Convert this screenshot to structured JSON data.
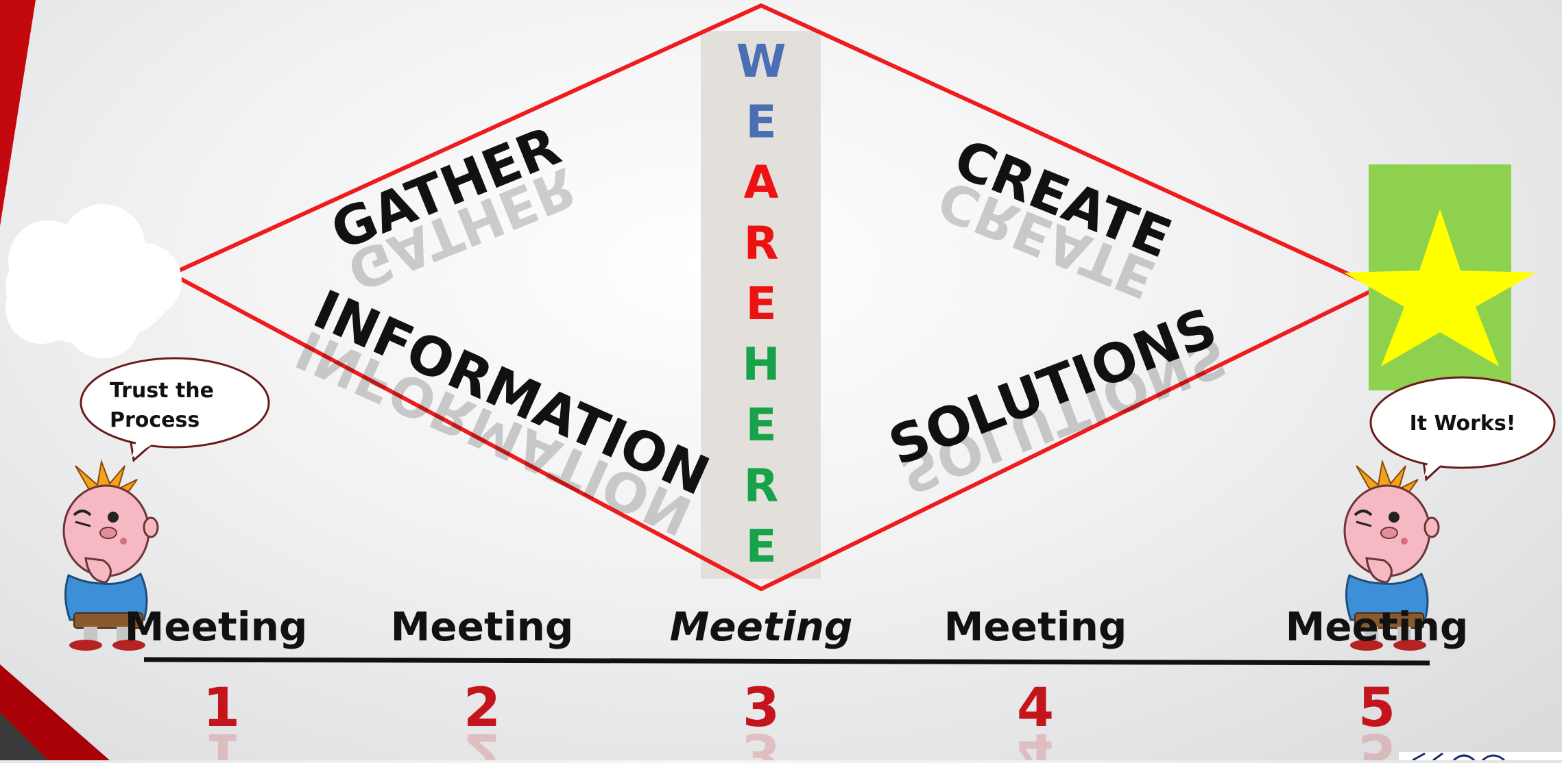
{
  "diagram": {
    "colors": {
      "diamond_stroke": "#ee1c1c",
      "center_band": "#e3e0dc",
      "green_box": "#8ed14e",
      "star": "#ffff00",
      "letter_blue": "#4a6fb5",
      "letter_red": "#ee1111",
      "letter_green": "#16a34a",
      "number_red": "#c4151c",
      "bubble_border": "#6b1a1a",
      "timeline": "#111111",
      "corner_red": "#b0060c"
    },
    "phase_words": {
      "gather": "GATHER",
      "information": "INFORMATION",
      "create": "CREATE",
      "solutions": "SOLUTIONS"
    },
    "vertical_letters": [
      {
        "char": "W",
        "color": "blue"
      },
      {
        "char": "E",
        "color": "blue"
      },
      {
        "char": "A",
        "color": "red"
      },
      {
        "char": "R",
        "color": "red"
      },
      {
        "char": "E",
        "color": "red"
      },
      {
        "char": "H",
        "color": "green"
      },
      {
        "char": "E",
        "color": "green"
      },
      {
        "char": "R",
        "color": "green"
      },
      {
        "char": "E",
        "color": "green"
      }
    ],
    "bubbles": {
      "left_line1": "Trust the",
      "left_line2": "Process",
      "right": "It Works!"
    },
    "meetings": [
      {
        "label": "Meeting",
        "number": "1",
        "italic": false
      },
      {
        "label": "Meeting",
        "number": "2",
        "italic": false
      },
      {
        "label": "Meeting",
        "number": "3",
        "italic": true
      },
      {
        "label": "Meeting",
        "number": "4",
        "italic": false
      },
      {
        "label": "Meeting",
        "number": "5",
        "italic": false
      }
    ],
    "icons": {
      "cloud": "cloud-icon",
      "star": "star-icon",
      "thinking_boy": "thinking-boy-icon"
    }
  }
}
